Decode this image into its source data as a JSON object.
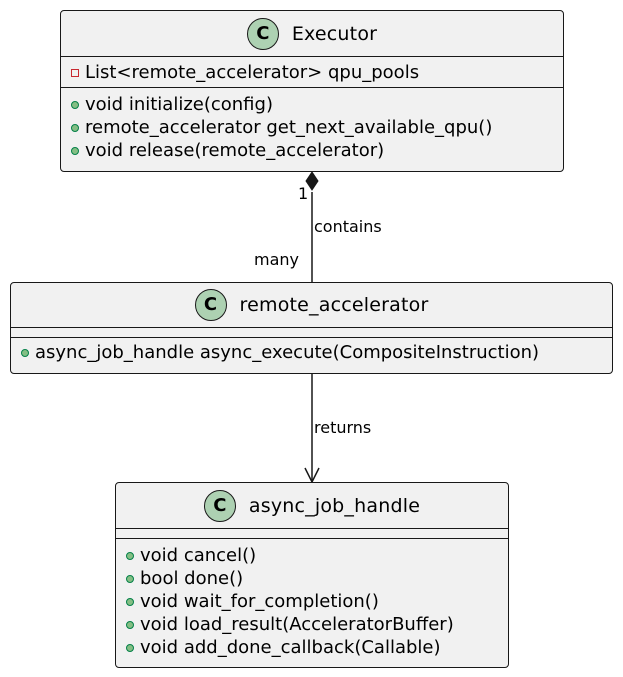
{
  "diagram": {
    "classes": {
      "executor": {
        "stereotype": "C",
        "name": "Executor",
        "attributes": [
          {
            "visibility": "private",
            "text": "List<remote_accelerator> qpu_pools"
          }
        ],
        "methods": [
          {
            "visibility": "public",
            "text": "void initialize(config)"
          },
          {
            "visibility": "public",
            "text": "remote_accelerator get_next_available_qpu()"
          },
          {
            "visibility": "public",
            "text": "void release(remote_accelerator)"
          }
        ]
      },
      "remote_accelerator": {
        "stereotype": "C",
        "name": "remote_accelerator",
        "attributes": [],
        "methods": [
          {
            "visibility": "public",
            "text": "async_job_handle async_execute(CompositeInstruction)"
          }
        ]
      },
      "async_job_handle": {
        "stereotype": "C",
        "name": "async_job_handle",
        "attributes": [],
        "methods": [
          {
            "visibility": "public",
            "text": "void cancel()"
          },
          {
            "visibility": "public",
            "text": "bool done()"
          },
          {
            "visibility": "public",
            "text": "void wait_for_completion()"
          },
          {
            "visibility": "public",
            "text": "void load_result(AcceleratorBuffer)"
          },
          {
            "visibility": "public",
            "text": "void add_done_callback(Callable)"
          }
        ]
      }
    },
    "relations": {
      "composition": {
        "label": "contains",
        "source_multiplicity": "1",
        "target_multiplicity": "many"
      },
      "dependency": {
        "label": "returns"
      }
    },
    "colors": {
      "class_fill": "#f1f1f1",
      "border": "#181818",
      "stereotype_fill": "#add1b2",
      "public_marker": "#84be84",
      "private_marker": "#c82930"
    }
  }
}
